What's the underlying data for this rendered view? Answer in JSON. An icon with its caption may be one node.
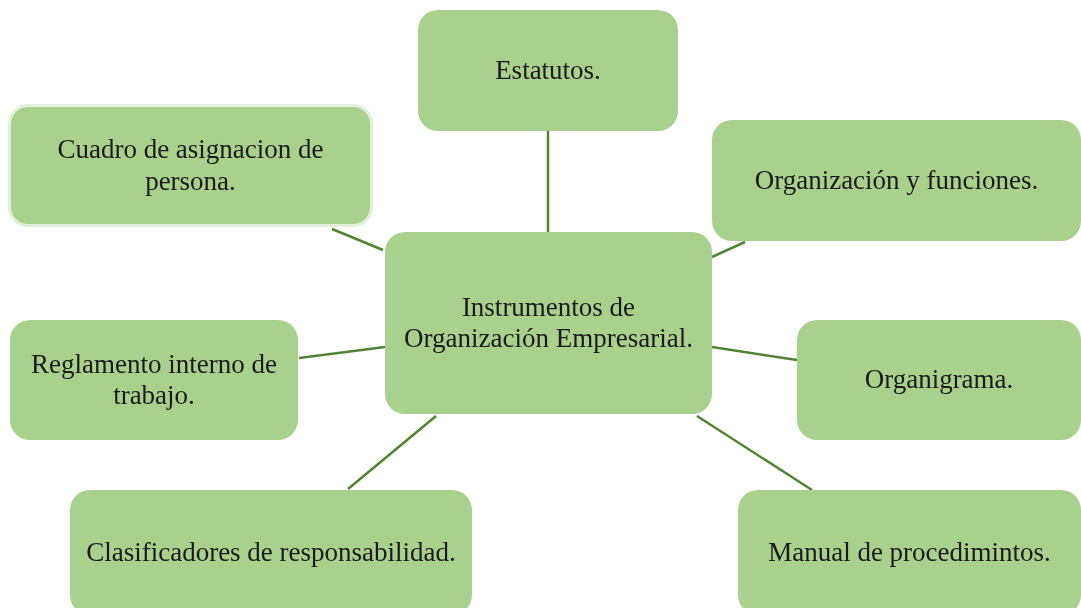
{
  "diagram": {
    "nodes": [
      {
        "text": [
          "Instrumentos de Organización Empresarial."
        ]
      },
      {
        "text": [
          "Estatutos."
        ]
      },
      {
        "text": [
          "Organización y funciones."
        ]
      },
      {
        "text": [
          "Organigrama."
        ]
      },
      {
        "text": [
          "Manual de procedimintos."
        ]
      },
      {
        "text": [
          "Clasificadores de responsabilidad."
        ]
      },
      {
        "text": [
          "Reglamento interno de trabajo."
        ]
      },
      {
        "text": [
          "Cuadro de asignacion de persona."
        ]
      }
    ],
    "edges": [
      {
        "from": 0,
        "to": 1,
        "arrow": "none"
      },
      {
        "from": 0,
        "to": 2,
        "arrow": "none"
      },
      {
        "from": 0,
        "to": 3,
        "arrow": "none"
      },
      {
        "from": 0,
        "to": 4,
        "arrow": "none"
      },
      {
        "from": 0,
        "to": 5,
        "arrow": "none"
      },
      {
        "from": 0,
        "to": 6,
        "arrow": "none"
      },
      {
        "from": 0,
        "to": 7,
        "arrow": "none"
      }
    ]
  }
}
